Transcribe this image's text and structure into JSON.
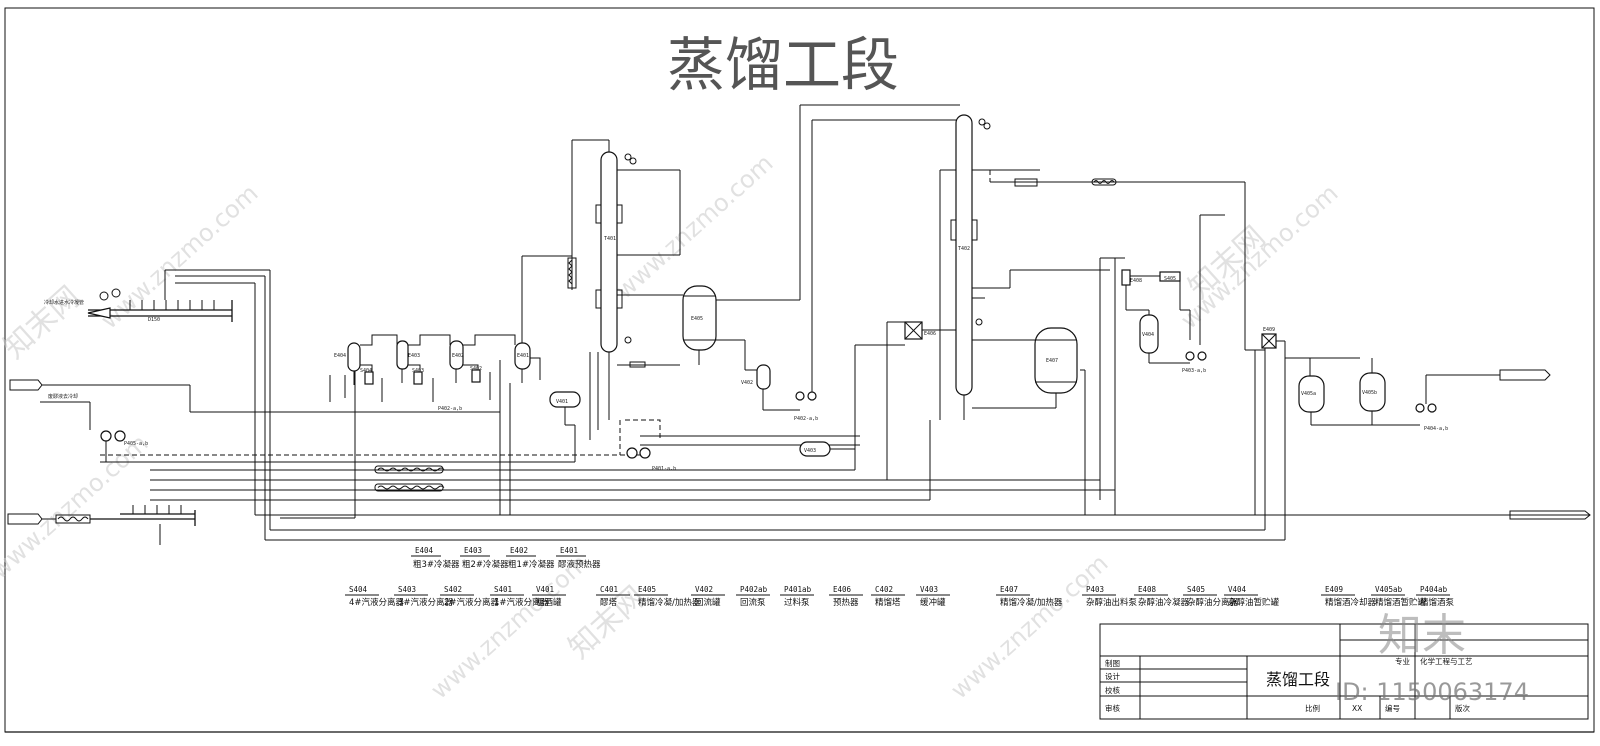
{
  "title": "蒸馏工段",
  "watermark": {
    "text": "www.znzmo.com",
    "brand": "知末网",
    "logo": "知末",
    "id_text": "ID: 1150063174"
  },
  "streams": {
    "in_left_top": "冷却水进水冷凝管",
    "in_left_mid": "",
    "in_left_lower": "废醪液去冷却",
    "in_left_bottom": "",
    "out_right_top": "",
    "out_right_bottom": ""
  },
  "equipment_tags": {
    "T401": "T401",
    "T402": "T402",
    "E401": "E401",
    "E402": "E402",
    "E403": "E403",
    "E404": "E404",
    "E405": "E405",
    "E406": "E406",
    "E407": "E407",
    "E408": "E408",
    "E409": "E409",
    "S401": "S401",
    "S402": "S402",
    "S403": "S403",
    "S404": "S404",
    "S405": "S405",
    "V401": "V401",
    "V402": "V402",
    "V403": "V403",
    "V404": "V404",
    "V405a": "V405a",
    "V405b": "V405b",
    "P401": "P401-a,b",
    "P402": "P402-a,b",
    "P403": "P403-a,b",
    "P404": "P404-a,b",
    "P405": "P405-a,b"
  },
  "legend": [
    {
      "code": "S404",
      "name": "4#汽液分离器",
      "top_code": "E404",
      "top_name": "粗3#冷凝器"
    },
    {
      "code": "S403",
      "name": "3#汽液分离器",
      "top_code": "E403",
      "top_name": "粗2#冷凝器"
    },
    {
      "code": "S402",
      "name": "2#汽液分离器",
      "top_code": "E402",
      "top_name": "粗1#冷凝器"
    },
    {
      "code": "S401",
      "name": "1#汽液分离器",
      "top_code": "E401",
      "top_name": "醪液预热器"
    },
    {
      "code": "V401",
      "name": "粗酒罐"
    },
    {
      "code": "C401",
      "name": "醪塔"
    },
    {
      "code": "E405",
      "name": "精馏冷凝/加热器"
    },
    {
      "code": "V402",
      "name": "回流罐"
    },
    {
      "code": "P402ab",
      "name": "回流泵"
    },
    {
      "code": "P401ab",
      "name": "过料泵"
    },
    {
      "code": "E406",
      "name": "预热器"
    },
    {
      "code": "C402",
      "name": "精馏塔"
    },
    {
      "code": "V403",
      "name": "缓冲罐"
    },
    {
      "code": "E407",
      "name": "精馏冷凝/加热器"
    },
    {
      "code": "P403",
      "name": "杂醇油出料泵"
    },
    {
      "code": "E408",
      "name": "杂醇油冷凝器"
    },
    {
      "code": "S405",
      "name": "杂醇油分离器"
    },
    {
      "code": "V404",
      "name": "杂醇油暂贮罐"
    },
    {
      "code": "E409",
      "name": "精馏酒冷却器"
    },
    {
      "code": "V405ab",
      "name": "精馏酒暂贮罐"
    },
    {
      "code": "P404ab",
      "name": "精馏酒泵"
    }
  ],
  "title_block": {
    "labels": {
      "drawn": "制图",
      "design": "设计",
      "check": "校核",
      "review": "审核",
      "scale": "比例",
      "number": "编号",
      "major": "专业"
    },
    "drawing_name": "蒸馏工段",
    "scale_value": "XX",
    "major_value": "化学工程与工艺",
    "version": "版次"
  }
}
